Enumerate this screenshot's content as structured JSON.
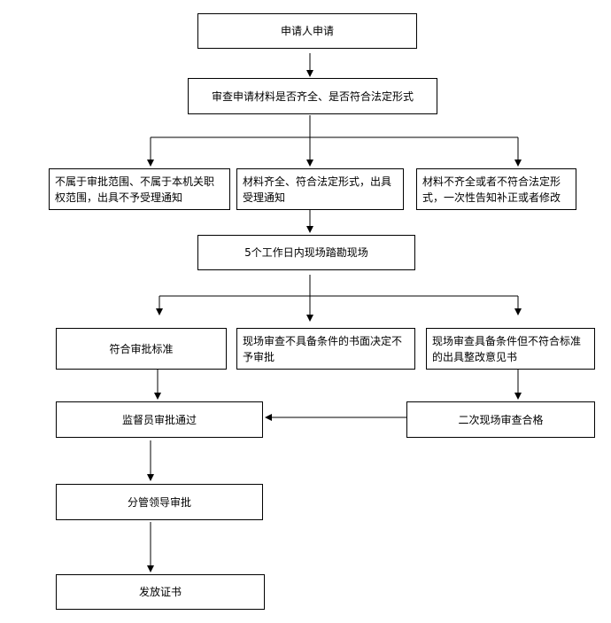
{
  "flow": {
    "step1": "申请人申请",
    "step2": "审查申请材料是否齐全、是否符合法定形式",
    "branch_left": "不属于审批范围、不属于本机关职权范围，出具不予受理通知",
    "branch_mid": "材料齐全、符合法定形式，出具受理通知",
    "branch_right": "材料不齐全或者不符合法定形式，一次性告知补正或者修改",
    "step3": "5个工作日内现场踏勘现场",
    "review_left": "符合审批标准",
    "review_mid": "现场审查不具备条件的书面决定不予审批",
    "review_right": "现场审查具备条件但不符合标准的出具整改意见书",
    "supervisor": "监督员审批通过",
    "second_review": "二次现场审查合格",
    "leader": "分管领导审批",
    "certificate": "发放证书"
  }
}
